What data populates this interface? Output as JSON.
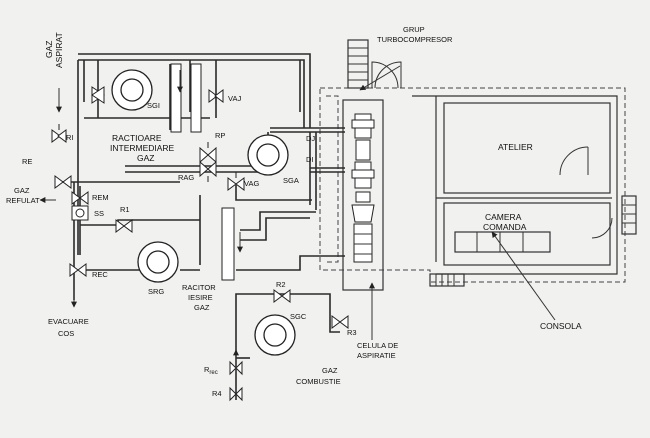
{
  "labels": {
    "gaz_aspirat_1": "GAZ",
    "gaz_aspirat_2": "ASPIRAT",
    "sgi": "SGI",
    "vaj": "VAJ",
    "ri": "RI",
    "ractitoare_1": "RACTIOARE",
    "ractitoare_2": "INTERMEDIARE",
    "ractitoare_3": "GAZ",
    "rp": "RP",
    "rag": "RAG",
    "re": "RE",
    "gaz_refulat_1": "GAZ",
    "gaz_refulat_2": "REFULAT",
    "rem": "REM",
    "ss": "SS",
    "r1": "R1",
    "vag": "VAG",
    "sga": "SGA",
    "dj": "DJ",
    "di": "DI",
    "rec": "REC",
    "srg": "SRG",
    "racitor_1": "RACITOR",
    "racitor_2": "IESIRE",
    "racitor_3": "GAZ",
    "evacuare_1": "EVACUARE",
    "evacuare_2": "COS",
    "r2": "R2",
    "sgc": "SGC",
    "r3": "R3",
    "rrec": "R",
    "rrec_sub": "rec",
    "r4": "R4",
    "gaz_combustie_1": "GAZ",
    "gaz_combustie_2": "COMBUSTIE",
    "grup_1": "GRUP",
    "grup_2": "TURBOCOMPRESOR",
    "atelier": "ATELIER",
    "camera_1": "CAMERA",
    "camera_2": "COMANDA",
    "consola": "CONSOLA",
    "celula_1": "CELULA DE",
    "celula_2": "ASPIRATIE"
  }
}
